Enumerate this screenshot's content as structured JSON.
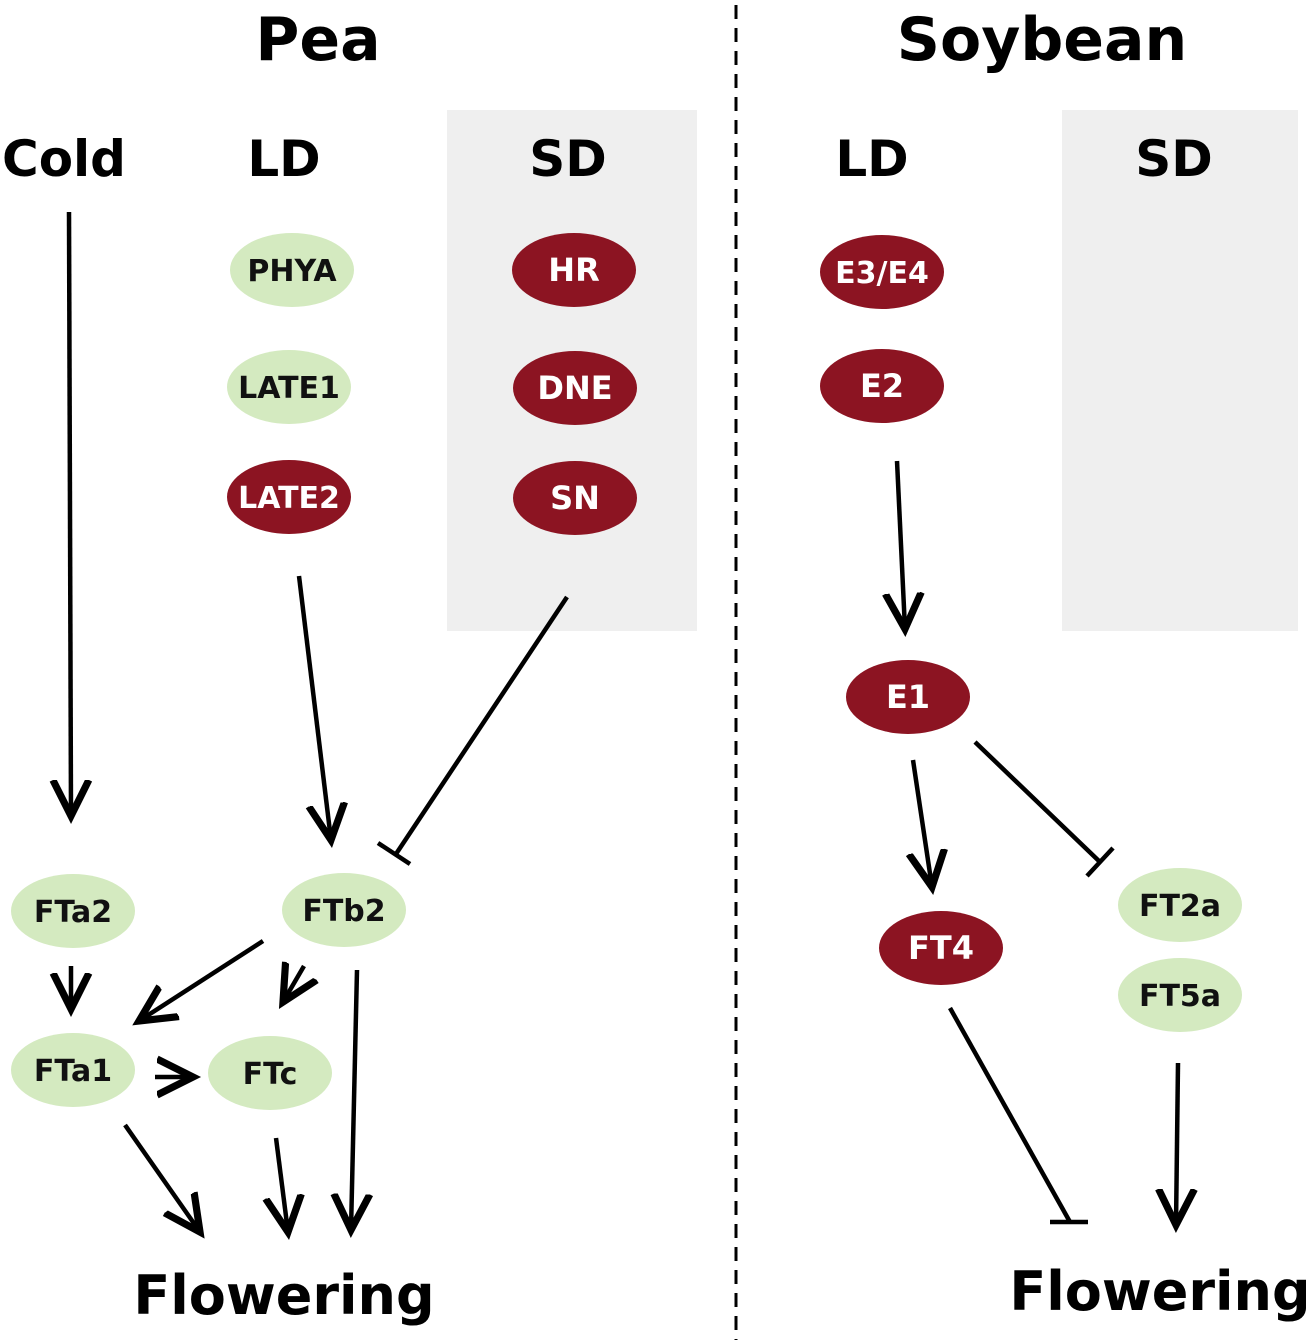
{
  "colors": {
    "green_fill": "#d4eac0",
    "red_fill": "#8c1422",
    "shade": "#efefef",
    "text_dark": "#111111",
    "text_light": "#ffffff"
  },
  "pea": {
    "title": "Pea",
    "columns": {
      "cold": "Cold",
      "ld": "LD",
      "sd": "SD"
    },
    "outcome": "Flowering"
  },
  "soybean": {
    "title": "Soybean",
    "columns": {
      "ld": "LD",
      "sd": "SD"
    },
    "outcome": "Flowering"
  },
  "nodes": {
    "phya": "PHYA",
    "late1": "LATE1",
    "late2": "LATE2",
    "hr": "HR",
    "dne": "DNE",
    "sn": "SN",
    "fta2": "FTa2",
    "ftb2": "FTb2",
    "fta1": "FTa1",
    "ftc": "FTc",
    "e3e4": "E3/E4",
    "e2": "E2",
    "e1": "E1",
    "ft4": "FT4",
    "ft2a": "FT2a",
    "ft5a": "FT5a"
  }
}
